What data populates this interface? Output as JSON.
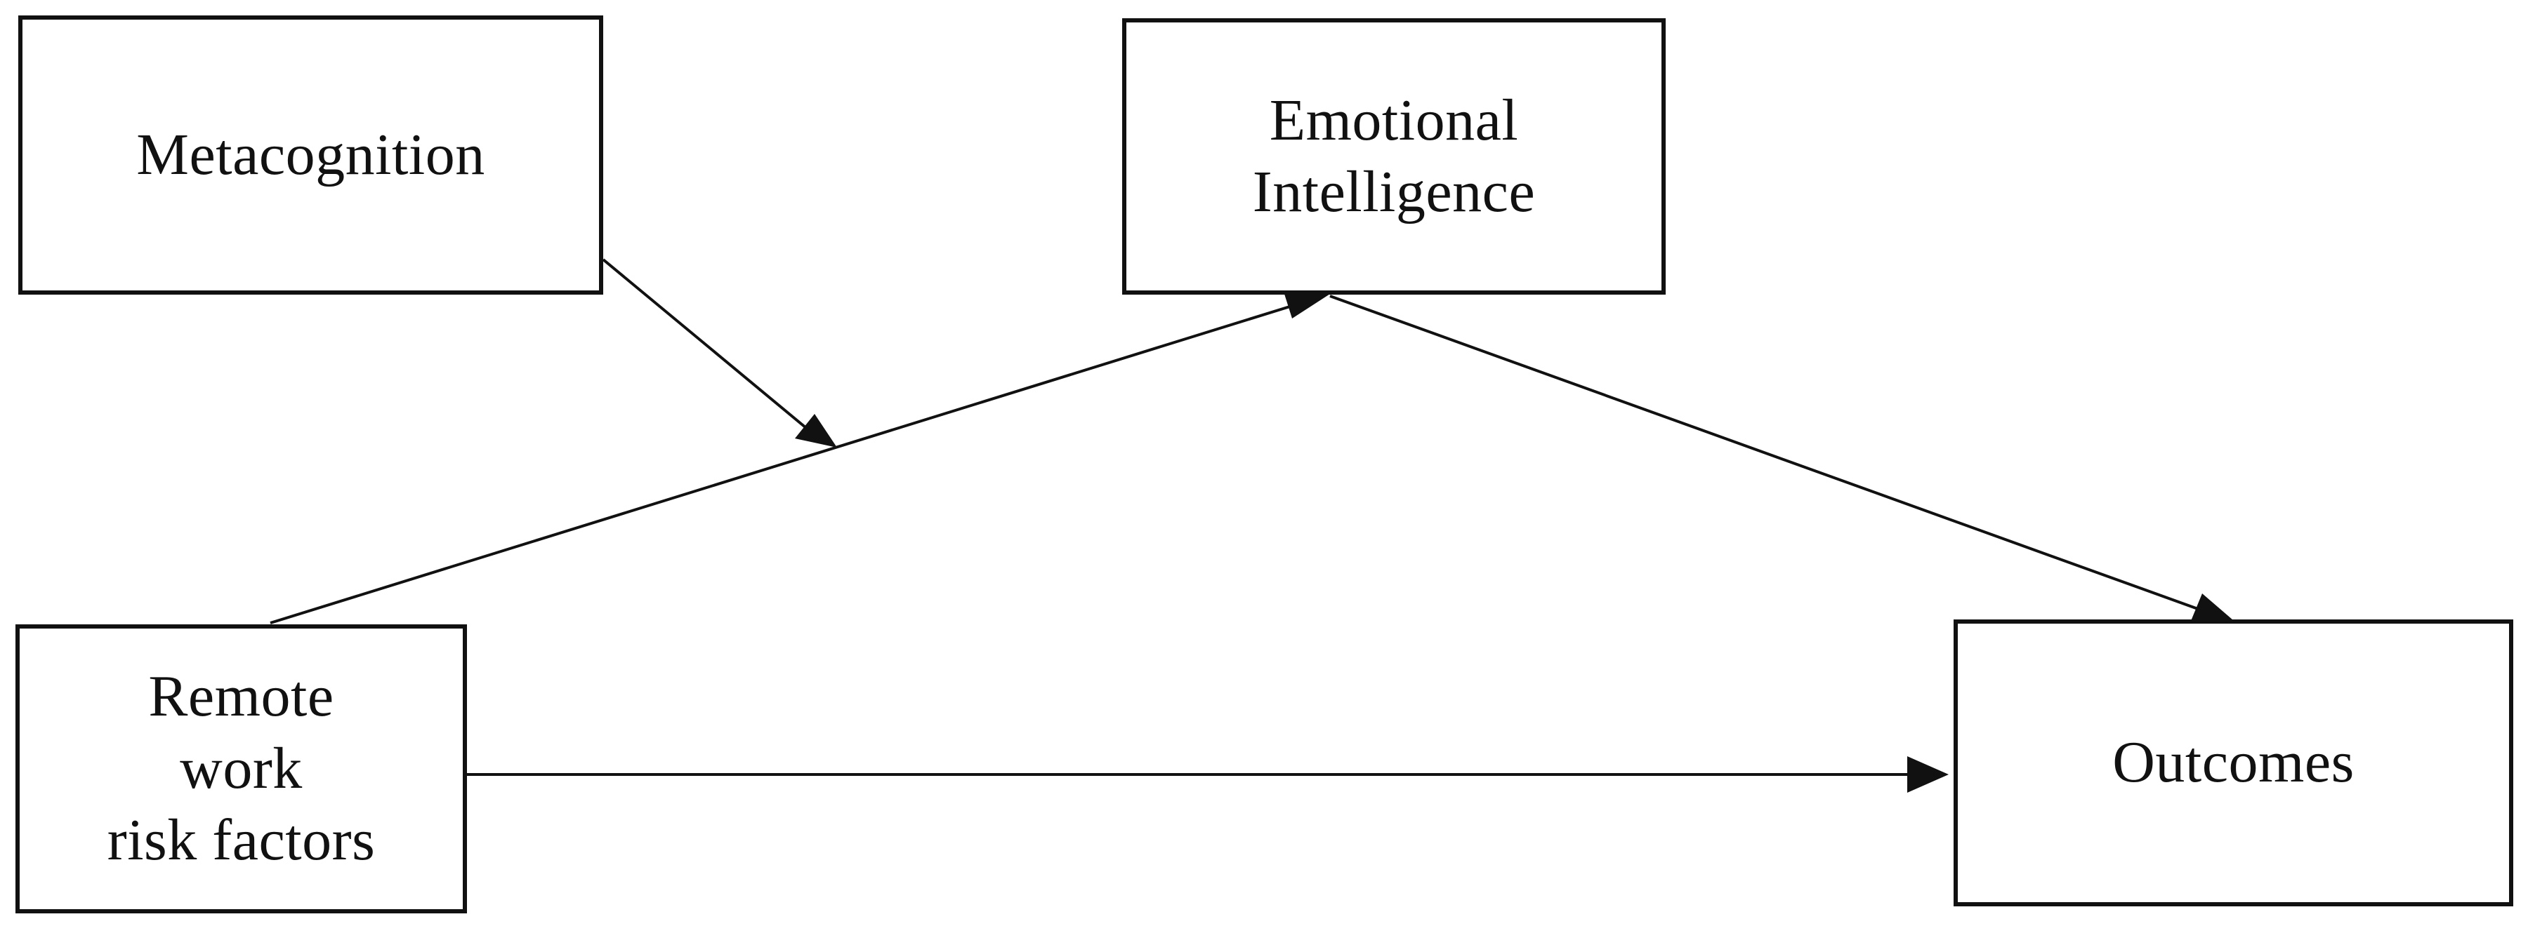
{
  "diagram": {
    "nodes": [
      {
        "id": "metacognition",
        "label": "Metacognition"
      },
      {
        "id": "emotional_intelligence",
        "label": "Emotional\nIntelligence"
      },
      {
        "id": "remote_work_risk_factors",
        "label": "Remote\nwork\nrisk factors"
      },
      {
        "id": "outcomes",
        "label": "Outcomes"
      }
    ],
    "edges": [
      {
        "from": "remote_work_risk_factors",
        "to": "emotional_intelligence"
      },
      {
        "from": "metacognition",
        "to": "remote_work_risk_factors→emotional_intelligence"
      },
      {
        "from": "emotional_intelligence",
        "to": "outcomes"
      },
      {
        "from": "remote_work_risk_factors",
        "to": "outcomes"
      }
    ]
  }
}
